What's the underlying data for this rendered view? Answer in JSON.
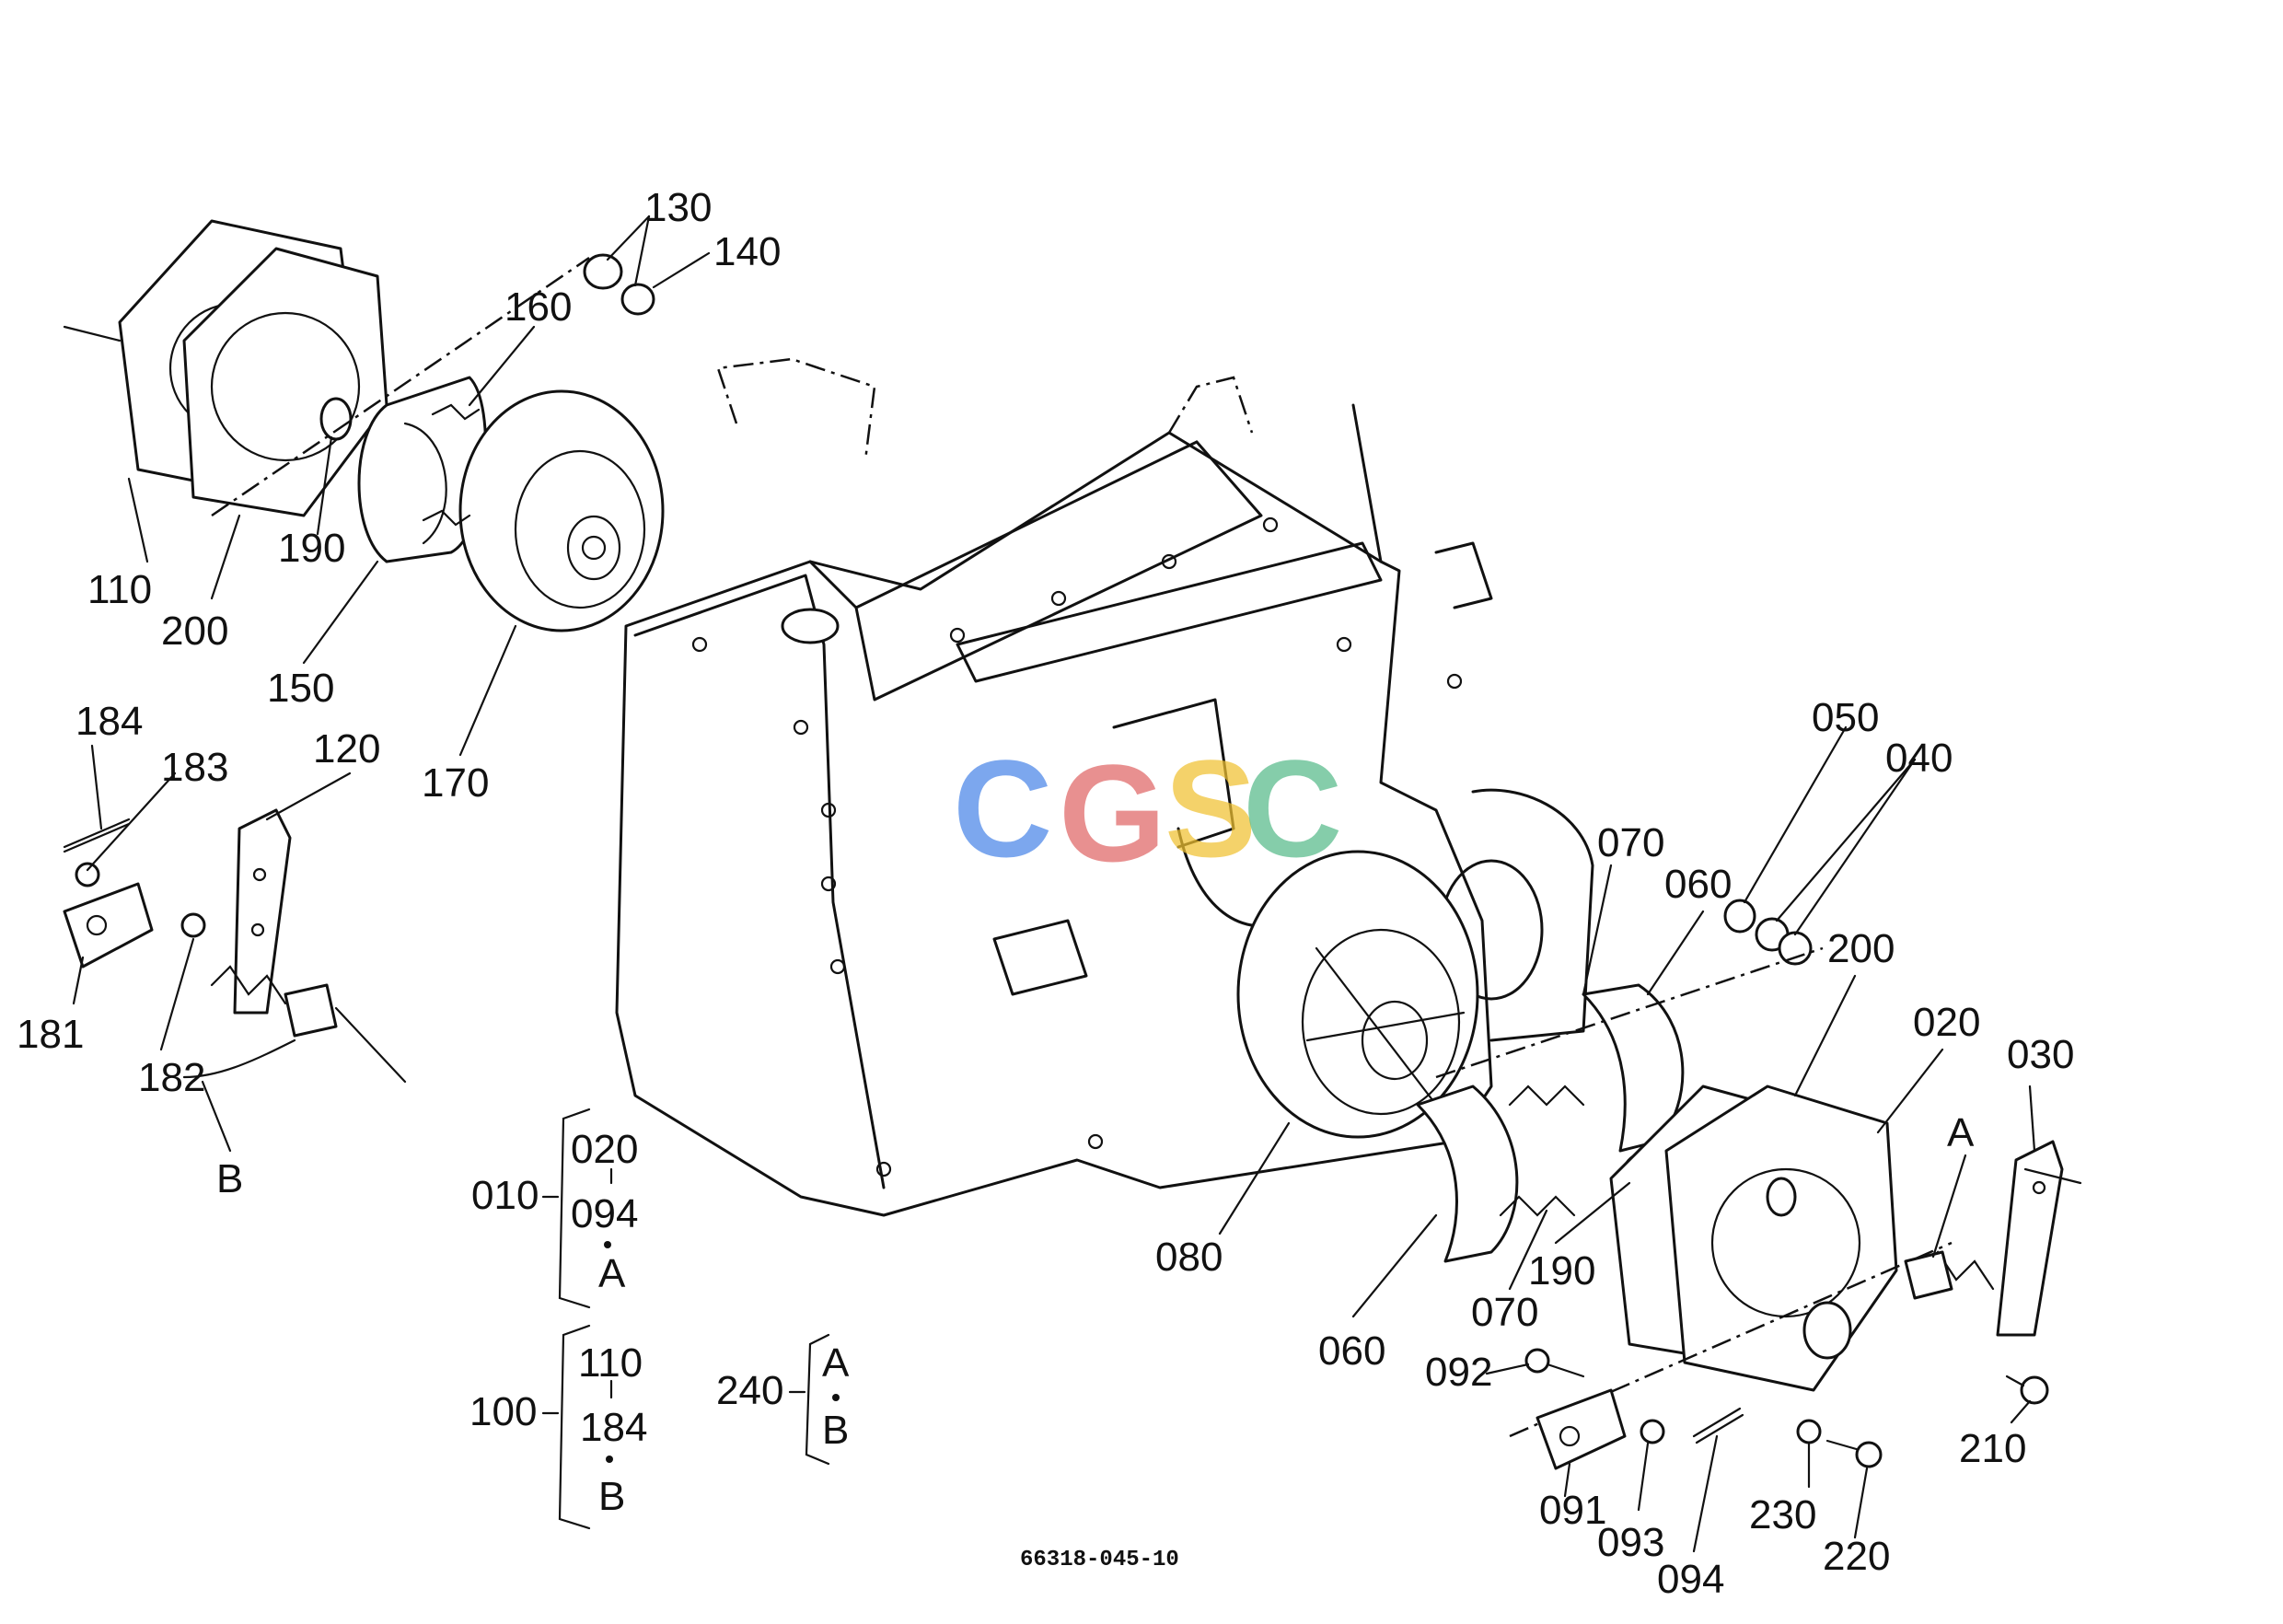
{
  "labels": {
    "l130": "130",
    "l140": "140",
    "l160": "160",
    "l110": "110",
    "l200a": "200",
    "l190a": "190",
    "l150": "150",
    "l170": "170",
    "l184": "184",
    "l183": "183",
    "l120": "120",
    "l181": "181",
    "l182": "182",
    "lB": "B",
    "l050": "050",
    "l040": "040",
    "l070a": "070",
    "l060a": "060",
    "l200b": "200",
    "l020": "020",
    "l030": "030",
    "lA": "A",
    "l080": "080",
    "l190b": "190",
    "l070b": "070",
    "l060b": "060",
    "l092": "092",
    "l091": "091",
    "l093": "093",
    "l094": "094",
    "l210": "210",
    "l230": "230",
    "l220": "220"
  },
  "groups": {
    "g010": {
      "id": "010",
      "items": [
        "020",
        "094",
        "A"
      ]
    },
    "g100": {
      "id": "100",
      "items": [
        "110",
        "184",
        "B"
      ]
    },
    "g240": {
      "id": "240",
      "items": [
        "A",
        "B"
      ]
    }
  },
  "drawing_number": "66318-045-10",
  "watermark": {
    "letters": [
      "C",
      "G",
      "S",
      "C"
    ],
    "colors": [
      "#4a86e8",
      "#e06666",
      "#f1c232",
      "#57bb8a"
    ]
  }
}
